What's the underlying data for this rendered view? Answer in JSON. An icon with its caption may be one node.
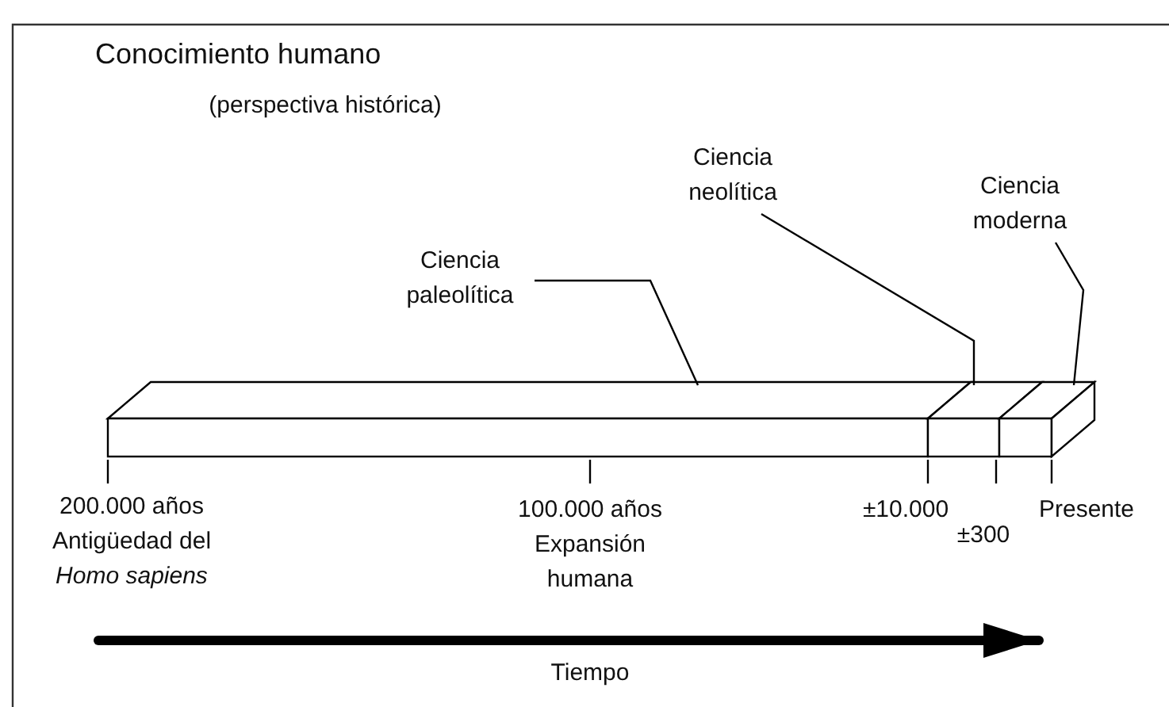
{
  "diagram": {
    "title": "Conocimiento humano",
    "nodes": [
      {
        "text": [
          "Ciencia paleolítica"
        ]
      },
      {
        "text": [
          "Ciencia neolítica"
        ]
      },
      {
        "text": [
          "Ciencia moderna"
        ]
      },
      {
        "text": [],
        "shape": "bar"
      },
      {
        "text": [],
        "shape": "bar"
      },
      {
        "text": [],
        "shape": "bar"
      }
    ],
    "edges": [
      {
        "from": 0,
        "to": 3,
        "arrow": "none"
      },
      {
        "from": 1,
        "to": 4,
        "arrow": "none"
      },
      {
        "from": 2,
        "to": 5,
        "arrow": "none"
      }
    ],
    "labels": [
      "(perspectiva histórica)",
      "200.000 años",
      "Antigüedad del *Homo sapiens*",
      "100.000 años",
      "Expansión humana",
      "±10.000",
      "±300",
      "Presente",
      "Tiempo"
    ]
  }
}
